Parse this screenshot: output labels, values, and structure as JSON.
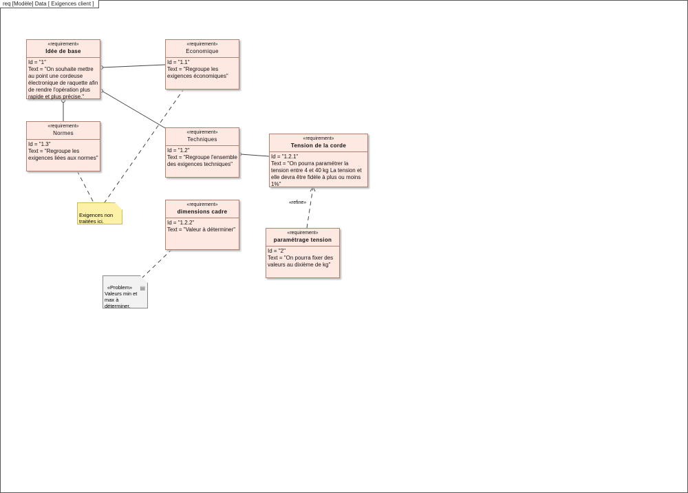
{
  "frame": {
    "title": "req [Modèle] Data [ Exigences client ]"
  },
  "stereotype": "«requirement»",
  "requirements": [
    {
      "name": "Idée de base",
      "id": "Id = \"1\"",
      "text": "Text = \"On souhaite mettre au point une cordeuse électronique de raquette afin de rendre l'opération plus rapide et plus précise.\""
    },
    {
      "name": "Economique",
      "id": "Id = \"1.1\"",
      "text": "Text = \"Regroupe les exigences économiques\""
    },
    {
      "name": "Normes",
      "id": "Id = \"1.3\"",
      "text": "Text = \"Regroupe les exigences liées aux normes\""
    },
    {
      "name": "Techniques",
      "id": "Id = \"1.2\"",
      "text": "Text = \"Regroupe l'ensemble des exigences techniques\""
    },
    {
      "name": "Tension de la corde",
      "id": "Id = \"1.2.1\"",
      "text": "Text = \"On pourra paramétrer la tension entre 4 et 40 kg La tension et elle devra être fidèle à plus ou moins 1%\""
    },
    {
      "name": "dimensions cadre",
      "id": "Id = \"1.2.2\"",
      "text": "Text = \"Valeur à déterminer\""
    },
    {
      "name": "paramétrage tension",
      "id": "Id = \"2\"",
      "text": "Text = \"On pourra fixer des valeurs au dixième de kg\""
    }
  ],
  "notes": {
    "comment": "Exigences non traitées ici.",
    "problem_stereotype": "«Problem»",
    "problem": "Valeurs min et max à déterminer."
  },
  "refine_label": "«refine»"
}
